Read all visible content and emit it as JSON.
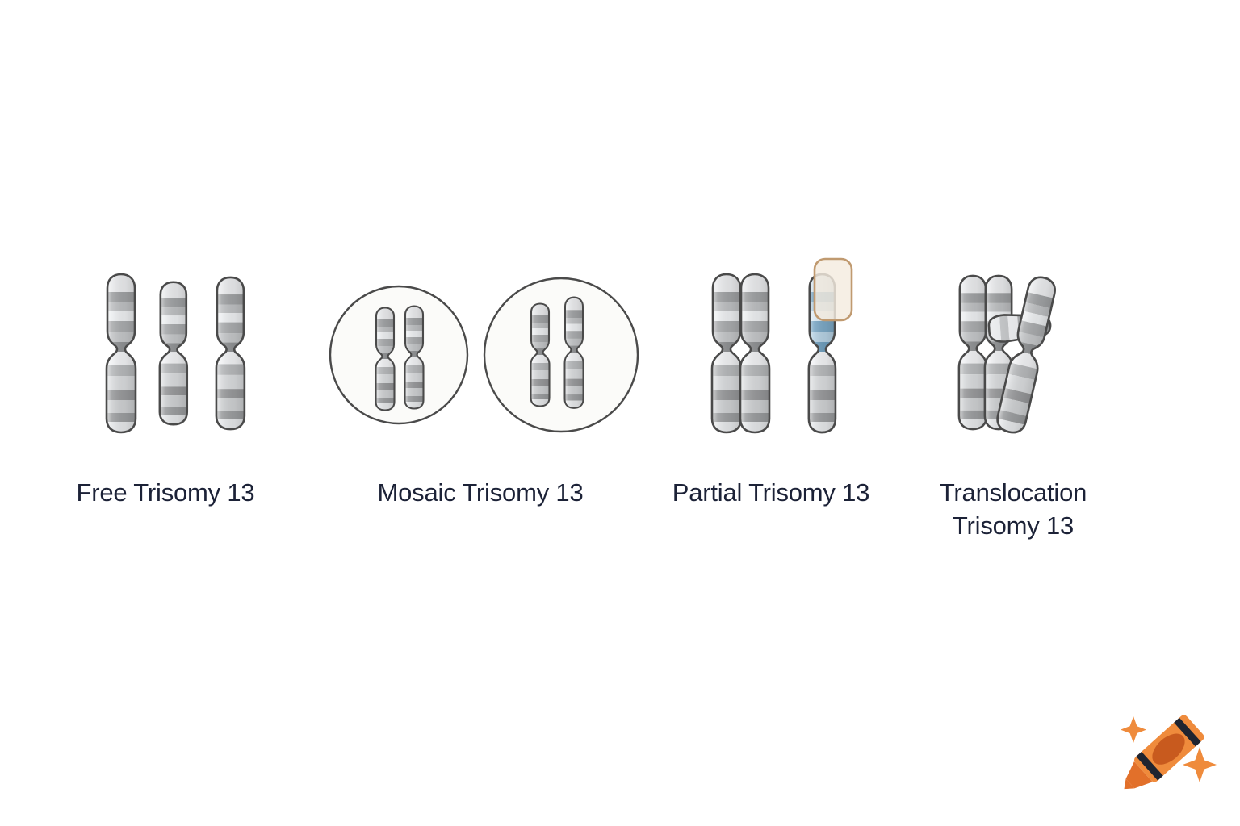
{
  "figure": {
    "subject": "Trisomy 13 chromosomal variants",
    "background_color": "#ffffff",
    "caption_color": "#1c2237",
    "panels": [
      {
        "id": "free",
        "caption": "Free Trisomy 13",
        "chromosome_count": 3,
        "description": "Three separate single chromosome 13 copies side by side",
        "colors": {
          "outline": "#4a4a4a",
          "band_light": "#e9eaec",
          "band_mid": "#bfc1c3",
          "band_dark": "#9a9b9d"
        }
      },
      {
        "id": "mosaic",
        "caption": "Mosaic Trisomy 13",
        "cell_count": 2,
        "chromosomes_per_cell": [
          2,
          2
        ],
        "description": "Two rounded cells, each containing a pair of chromosome 13",
        "colors": {
          "cell_fill": "#fbfbf9",
          "cell_stroke": "#4a4a4a"
        }
      },
      {
        "id": "partial",
        "caption": "Partial Trisomy 13",
        "chromosome_count": 2,
        "description": "A normal chromosome 13 pair plus one chromosome whose short arm is highlighted in blue with a rounded callout box",
        "colors": {
          "highlight_fill": "#f4ecdf",
          "highlight_stroke": "#c69f76",
          "segment_light": "#c8dbe9",
          "segment_dark": "#6d9cbb"
        }
      },
      {
        "id": "translocation",
        "caption": "Translocation\nTrisomy 13",
        "chromosome_count": 2,
        "description": "A chromosome 13 pair next to a tilted chromosome with a translocated arm joined at the centromere",
        "colors": {
          "outline": "#4a4a4a"
        }
      }
    ],
    "watermark": {
      "name": "crayon-logo",
      "body_color": "#ef8b3c",
      "tip_color": "#e2702a",
      "stripe_color": "#1f2430",
      "core_color": "#c85a1e",
      "sparkle_color": "#ef8b3c",
      "sparkle_count": 2
    }
  }
}
